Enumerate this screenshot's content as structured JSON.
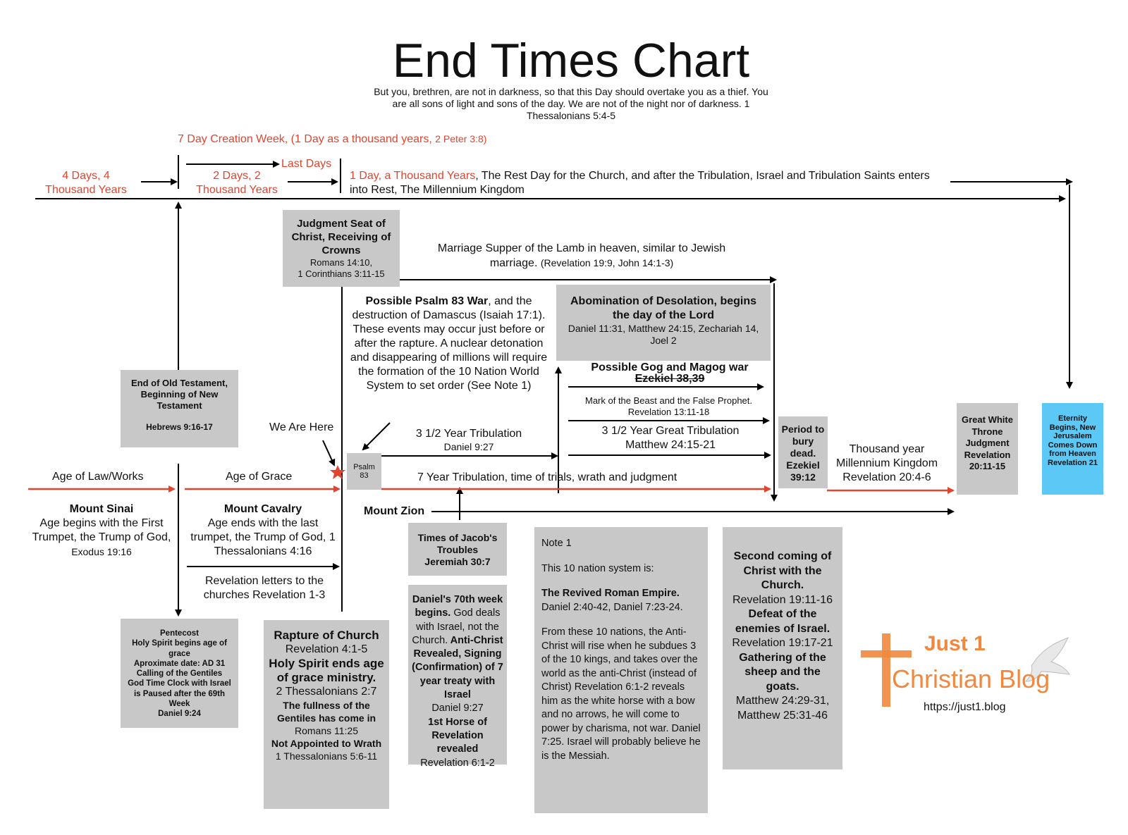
{
  "header": {
    "title": "End Times Chart",
    "verse": "But you, brethren, are not in darkness, so that this Day should overtake you as a thief. You are all sons of light and sons of the day. We are not of the night nor of darkness. 1 Thessalonians 5:4-5"
  },
  "timeline_top": {
    "creation_week": "7 Day Creation Week, (1 Day as a thousand years,",
    "creation_ref": "2 Peter 3:8)",
    "four_days": "4 Days, 4 Thousand Years",
    "two_days": "2 Days, 2 Thousand Years",
    "last_days": "Last Days",
    "one_day": "1 Day, a Thousand Years",
    "rest_day": ", The Rest Day for the Church, and after the Tribulation, Israel and Tribulation Saints enters into Rest, The Millennium Kingdom"
  },
  "boxes": {
    "old_testament": {
      "lines": [
        "End of Old Testament, Beginning of New Testament"
      ],
      "ref": "Hebrews 9:16-17"
    },
    "judgment_seat": {
      "title": "Judgment Seat of Christ, Receiving of Crowns",
      "ref1": "Romans 14:10,",
      "ref2": "1 Corinthians 3:11-15"
    },
    "abomination": {
      "title": "Abomination of Desolation, begins the day of the Lord",
      "ref": "Daniel 11:31, Matthew 24:15, Zechariah 14, Joel 2"
    },
    "psalm83": "Psalm 83",
    "period_bury": {
      "title": "Period to bury dead.",
      "ref": "Ezekiel 39:12"
    },
    "great_white": {
      "title": "Great White Throne Judgment",
      "ref": "Revelation 20:11-15"
    },
    "eternity": "Eternity Begins, New Jerusalem Comes Down from Heaven Revelation 21",
    "pentecost": [
      "Pentecost",
      "Holy Spirit begins age of grace",
      "Aproximate date: AD 31",
      "Calling of the Gentiles",
      "God Time Clock with Israel is Paused after the 69th Week",
      "Daniel 9:24"
    ],
    "rapture": {
      "t1": "Rapture of Church",
      "r1": "Revelation 4:1-5",
      "t2": "Holy Spirit ends age of grace ministry.",
      "r2": "2 Thessalonians 2:7",
      "t3": "The fullness of the Gentiles has come in",
      "r3": "Romans 11:25",
      "t4": "Not Appointed to Wrath",
      "r4": "1 Thessalonians 5:6-11"
    },
    "jacobs": {
      "title": "Times of Jacob's Troubles",
      "ref": "Jeremiah 30:7"
    },
    "daniel70": {
      "t1": "Daniel's 70th week begins.",
      "n1": " God deals with Israel, not the Church.",
      "t2": " Anti-Christ Revealed, Signing (Confirmation) of 7 year treaty with Israel",
      "r1": "Daniel 9:27",
      "t3": "1st Horse of Revelation revealed",
      "r2": "Revelation 6:1-2"
    },
    "note1": {
      "head": "Note 1",
      "p1": "This 10 nation system is:",
      "p2b": "The Revived Roman Empire.",
      "p2": "Daniel 2:40-42, Daniel 7:23-24.",
      "p3": "From these 10 nations, the Anti-Christ will rise when he subdues 3 of the 10 kings, and takes over the world as the anti-Christ (instead of Christ) Revelation 6:1-2 reveals him as the white horse with a bow and no arrows, he will come to power by charisma, not war. Daniel 7:25. Israel will probably believe he is the Messiah."
    },
    "second_coming": {
      "t1": "Second coming of Christ with the Church.",
      "r1": "Revelation 19:11-16",
      "t2": "Defeat of the enemies of Israel.",
      "r2": "Revelation 19:17-21",
      "t3": "Gathering of the sheep and the goats.",
      "r3": "Matthew 24:29-31, Matthew 25:31-46"
    }
  },
  "labels": {
    "marriage": "Marriage Supper of the Lamb in heaven, similar to Jewish marriage.",
    "marriage_ref": "(Revelation 19:9, John 14:1-3)",
    "psalm83_war_b": "Possible Psalm 83 War",
    "psalm83_war": ", and the destruction of Damascus (Isaiah 17:1). These events may occur just before or after the rapture. A nuclear detonation and disappearing of millions will require the formation of the 10 Nation World System to set order (See Note 1)",
    "gog": "Possible Gog and Magog war",
    "gog_ref": "Ezekiel 38,39",
    "mark_beast": "Mark of the Beast and the False Prophet. Revelation 13:11-18",
    "great_trib": "3 1/2 Year Great Tribulation",
    "great_trib_ref": "Matthew 24:15-21",
    "trib": "3 1/2 Year Tribulation",
    "trib_ref": "Daniel 9:27",
    "seven_year": "7 Year Tribulation, time of trials, wrath and judgment",
    "millennium": "Thousand year Millennium Kingdom",
    "millennium_ref": "Revelation 20:4-6",
    "we_are_here": "We Are Here",
    "age_law": "Age of Law/Works",
    "age_grace": "Age of Grace",
    "mount_sinai": "Mount Sinai",
    "sinai_text": "Age begins with the First Trumpet, the Trump of God,",
    "sinai_ref": "Exodus 19:16",
    "mount_calvary": "Mount Cavalry",
    "calvary_text": "Age ends with the last trumpet, the Trump of God, 1 Thessalonians 4:16",
    "rev_letters": "Revelation letters to the churches Revelation 1-3",
    "mount_zion": "Mount Zion"
  },
  "logo": {
    "line1": "Just 1",
    "line2": "Christian Blog",
    "url": "https://just1.blog"
  },
  "colors": {
    "accent_red": "#e0452f",
    "box_gray": "#c8c8c8",
    "eternity_blue": "#5bc8f5",
    "logo_orange": "#f0883e"
  }
}
